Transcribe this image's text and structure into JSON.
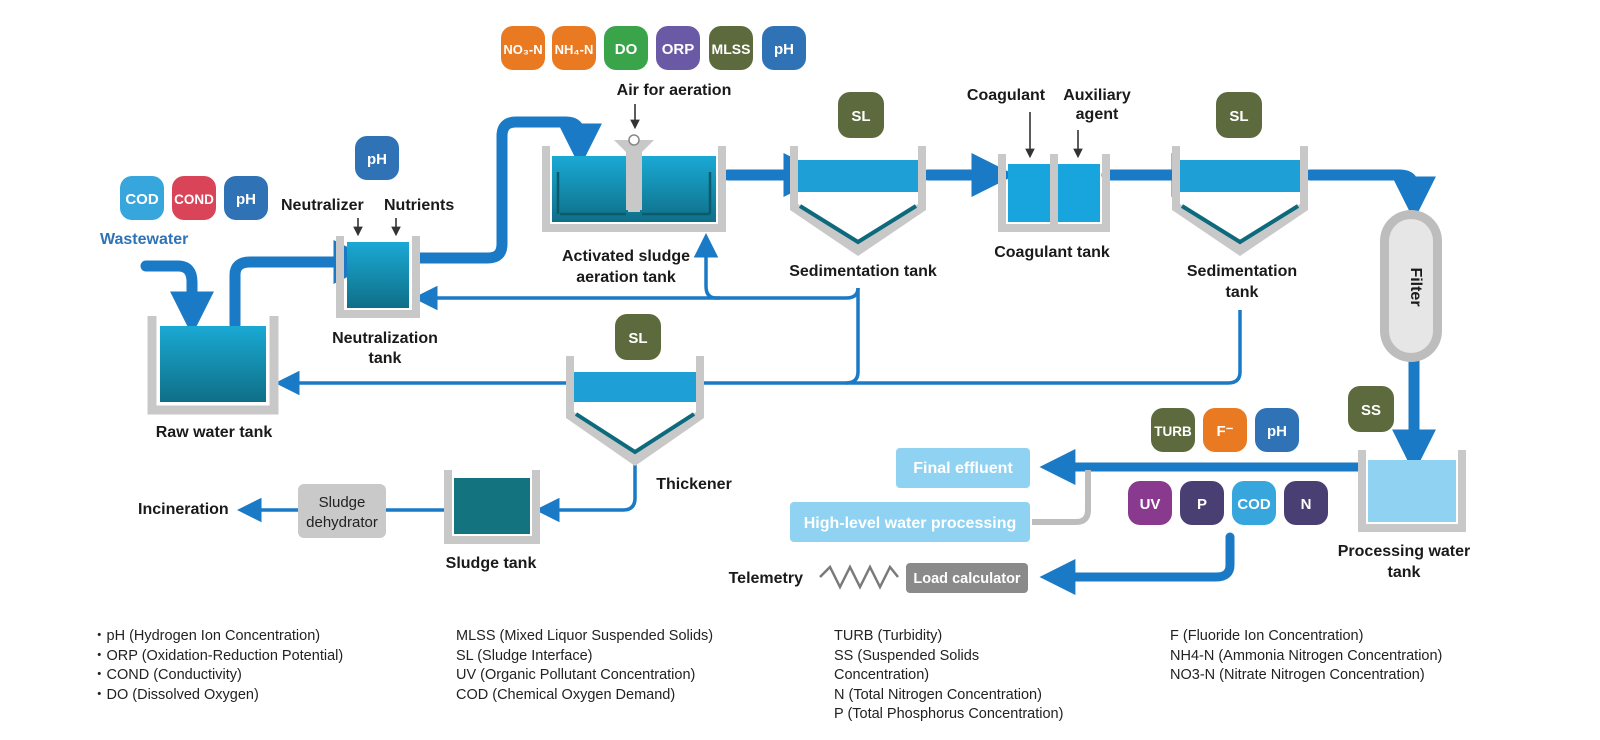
{
  "badges": {
    "aeration": [
      "NO₃-N",
      "NH₄-N",
      "DO",
      "ORP",
      "MLSS",
      "pH"
    ],
    "neutralization": "pH",
    "wastewater": [
      "COD",
      "COND",
      "pH"
    ],
    "sedimentation1": "SL",
    "sedimentation2": "SL",
    "thickener": "SL",
    "filter_out": "SS",
    "final": [
      "TURB",
      "F⁻",
      "pH"
    ],
    "telemetry": [
      "UV",
      "P",
      "COD",
      "N"
    ]
  },
  "labels": {
    "wastewater": "Wastewater",
    "neutralizer": "Neutralizer",
    "nutrients": "Nutrients",
    "air": "Air for aeration",
    "coagulant": "Coagulant",
    "auxiliary": [
      "Auxiliary",
      "agent"
    ],
    "raw_tank": "Raw water tank",
    "neutralization_tank": [
      "Neutralization",
      "tank"
    ],
    "aeration_tank": [
      "Activated sludge",
      "aeration tank"
    ],
    "sedimentation_tank": "Sedimentation tank",
    "coagulant_tank": "Coagulant tank",
    "sedimentation_tank2": [
      "Sedimentation",
      "tank"
    ],
    "filter": "Filter",
    "thickener": "Thickener",
    "processing_tank": [
      "Processing water",
      "tank"
    ],
    "incineration": "Incineration",
    "dehydrator": [
      "Sludge",
      "dehydrator"
    ],
    "sludge_tank": "Sludge tank",
    "final_effluent": "Final effluent",
    "high_level": "High-level water processing",
    "telemetry": "Telemetry",
    "load_calc": "Load calculator"
  },
  "legend": [
    [
      "・pH (Hydrogen Ion Concentration)",
      "・ORP (Oxidation-Reduction Potential)",
      "・COND (Conductivity)",
      "・DO (Dissolved Oxygen)"
    ],
    [
      "MLSS (Mixed Liquor Suspended Solids)",
      "SL (Sludge Interface)",
      "UV (Organic Pollutant Concentration)",
      "COD (Chemical Oxygen Demand)"
    ],
    [
      "TURB (Turbidity)",
      "SS (Suspended Solids",
      "Concentration)",
      "N (Total Nitrogen Concentration)",
      "P (Total Phosphorus Concentration)"
    ],
    [
      "F (Fluoride Ion Concentration)",
      "NH4-N (Ammonia Nitrogen Concentration)",
      "NO3-N (Nitrate Nitrogen Concentration)"
    ]
  ],
  "colors": {
    "pipe": "#1a7ac6",
    "water": "#1ea0d6",
    "tank_wall": "#c8c8c8",
    "orange": "#ea7a22",
    "green": "#3aa44a",
    "purple": "#6a5aa6",
    "olive": "#5c6a3e",
    "blue": "#2f72b6",
    "cyan": "#36a6dc",
    "red": "#d94458",
    "magenta": "#8a3a8e",
    "navy": "#4a3f72"
  }
}
